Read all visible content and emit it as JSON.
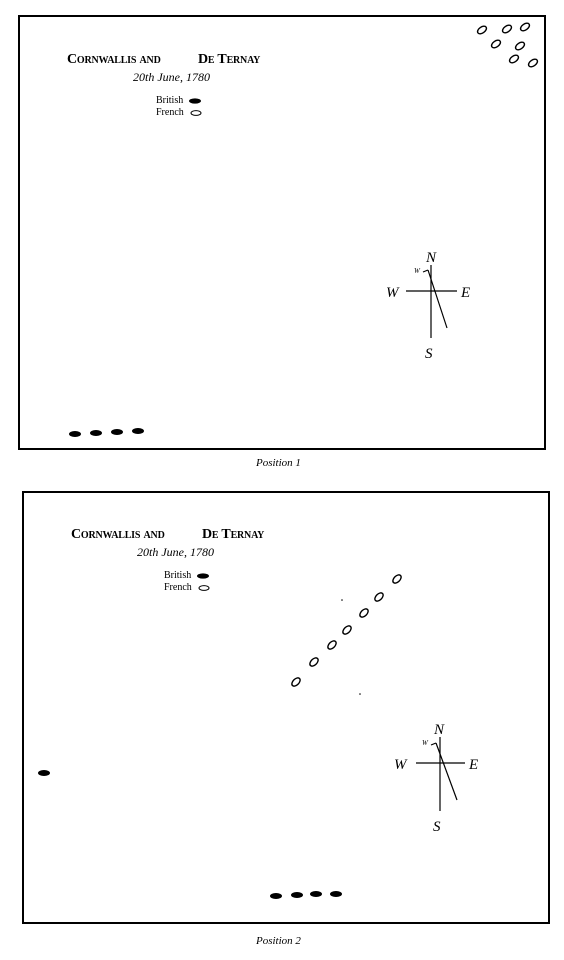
{
  "diagram": {
    "panels": [
      {
        "title_left": "Cornwallis and",
        "title_right": "De Ternay",
        "date": "20th June, 1780",
        "legend": {
          "british": "British",
          "french": "French"
        },
        "compass": {
          "n": "N",
          "s": "S",
          "e": "E",
          "w": "W",
          "wind": "W"
        },
        "caption": "Position 1"
      },
      {
        "title_left": "Cornwallis and",
        "title_right": "De Ternay",
        "date": "20th June, 1780",
        "legend": {
          "british": "British",
          "french": "French"
        },
        "compass": {
          "n": "N",
          "s": "S",
          "e": "E",
          "w": "W",
          "wind": "W"
        },
        "caption": "Position 2"
      }
    ]
  }
}
